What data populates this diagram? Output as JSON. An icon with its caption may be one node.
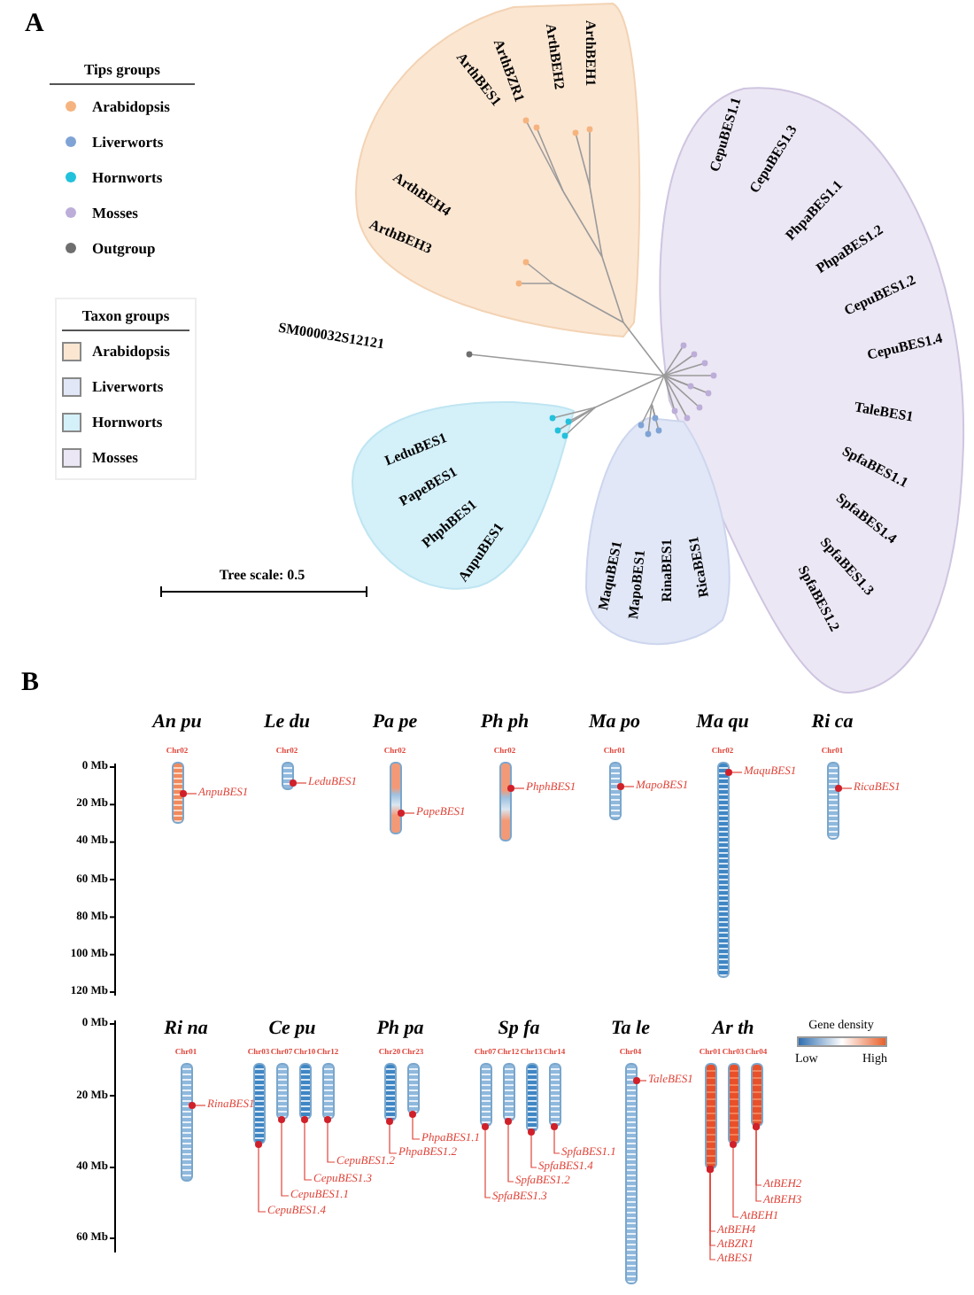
{
  "diagram": {
    "nodes": [
      {
        "text": [
          "ArthBES1",
          "ArthBZR1",
          "ArthBEH2",
          "ArthBEH1",
          "ArthBEH4",
          "ArthBEH3"
        ]
      },
      {
        "text": [
          "CepuBES1.1",
          "CepuBES1.3",
          "PhpaBES1.1",
          "PhpaBES1.2",
          "CepuBES1.2",
          "CepuBES1.4",
          "TaleBES1",
          "SpfaBES1.1",
          "SpfaBES1.4",
          "SpfaBES1.3",
          "SpfaBES1.2"
        ]
      },
      {
        "text": [
          "LeduBES1",
          "PapeBES1",
          "PhphBES1",
          "AnpuBES1"
        ]
      },
      {
        "text": [
          "MaquBES1",
          "MapoBES1",
          "RinaBES1",
          "RicaBES1"
        ]
      },
      {
        "text": [],
        "shape": "bar",
        "beside": [
          "Chr02"
        ]
      },
      {
        "text": [
          "AnpuBES1"
        ]
      },
      {
        "text": [],
        "shape": "bar",
        "beside": [
          "Chr02"
        ]
      },
      {
        "text": [
          "LeduBES1"
        ]
      },
      {
        "text": [],
        "shape": "bar",
        "beside": [
          "Chr02"
        ]
      },
      {
        "text": [
          "PapeBES1"
        ]
      },
      {
        "text": [],
        "shape": "bar",
        "beside": [
          "Chr02"
        ]
      },
      {
        "text": [
          "PhphBES1"
        ]
      },
      {
        "text": [],
        "shape": "bar",
        "beside": [
          "Chr01"
        ]
      },
      {
        "text": [
          "MapoBES1"
        ]
      },
      {
        "text": [],
        "shape": "bar",
        "beside": [
          "Chr02"
        ]
      },
      {
        "text": [
          "MaquBES1"
        ]
      },
      {
        "text": [],
        "shape": "bar",
        "beside": [
          "Chr01"
        ]
      },
      {
        "text": [
          "RicaBES1"
        ]
      },
      {
        "text": [],
        "shape": "bar",
        "beside": [
          "Chr01"
        ]
      },
      {
        "text": [
          "RinaBES1"
        ]
      },
      {
        "text": [],
        "shape": "bar",
        "beside": [
          "Chr03"
        ]
      },
      {
        "text": [],
        "shape": "bar",
        "beside": [
          "Chr07"
        ]
      },
      {
        "text": [],
        "shape": "bar",
        "beside": [
          "Chr10"
        ]
      },
      {
        "text": [],
        "shape": "bar",
        "beside": [
          "Chr12"
        ]
      },
      {
        "text": [
          "CepuBES1.2"
        ]
      },
      {
        "text": [
          "CepuBES1.3"
        ]
      },
      {
        "text": [
          "CepuBES1.1"
        ]
      },
      {
        "text": [
          "CepuBES1.4"
        ]
      },
      {
        "text": [],
        "shape": "bar",
        "beside": [
          "Chr20"
        ]
      },
      {
        "text": [],
        "shape": "bar",
        "beside": [
          "Chr23"
        ]
      },
      {
        "text": [
          "PhpaBES1.1"
        ]
      },
      {
        "text": [
          "PhpaBES1.2"
        ]
      },
      {
        "text": [],
        "shape": "bar",
        "beside": [
          "Chr07"
        ]
      },
      {
        "text": [],
        "shape": "bar",
        "beside": [
          "Chr12"
        ]
      },
      {
        "text": [],
        "shape": "bar",
        "beside": [
          "Chr13"
        ]
      },
      {
        "text": [],
        "shape": "bar",
        "beside": [
          "Chr14"
        ]
      },
      {
        "text": [
          "SpfaBES1.1"
        ]
      },
      {
        "text": [
          "SpfaBES1.4"
        ]
      },
      {
        "text": [
          "SpfaBES1.2"
        ]
      },
      {
        "text": [
          "SpfaBES1.3"
        ]
      },
      {
        "text": [],
        "shape": "bar",
        "beside": [
          "Chr04"
        ]
      },
      {
        "text": [
          "TaleBES1"
        ]
      },
      {
        "text": [],
        "shape": "bar",
        "beside": [
          "Chr01"
        ]
      },
      {
        "text": [],
        "shape": "bar",
        "beside": [
          "Chr03"
        ]
      },
      {
        "text": [],
        "shape": "bar",
        "beside": [
          "Chr04"
        ]
      },
      {
        "text": [
          "AtBEH2"
        ]
      },
      {
        "text": [
          "AtBEH3"
        ]
      },
      {
        "text": [
          "AtBEH1"
        ]
      },
      {
        "text": [
          "AtBEH4"
        ]
      },
      {
        "text": [
          "AtBZR1"
        ]
      },
      {
        "text": [
          "AtBES1"
        ]
      }
    ],
    "edges": [
      {
        "from": 5,
        "to": 4,
        "arrow": "other"
      },
      {
        "from": 7,
        "to": 6,
        "arrow": "other"
      },
      {
        "from": 9,
        "to": 8,
        "arrow": "other"
      },
      {
        "from": 11,
        "to": 10,
        "arrow": "other"
      },
      {
        "from": 13,
        "to": 12,
        "arrow": "other"
      },
      {
        "from": 15,
        "to": 14,
        "arrow": "other"
      },
      {
        "from": 17,
        "to": 16,
        "arrow": "other"
      },
      {
        "from": 19,
        "to": 18,
        "arrow": "other"
      },
      {
        "from": 24,
        "to": 23,
        "arrow": "other"
      },
      {
        "from": 25,
        "to": 22,
        "arrow": "other"
      },
      {
        "from": 26,
        "to": 21,
        "arrow": "other"
      },
      {
        "from": 27,
        "to": 20,
        "arrow": "other"
      },
      {
        "from": 30,
        "to": 29,
        "arrow": "other"
      },
      {
        "from": 31,
        "to": 28,
        "arrow": "other"
      },
      {
        "from": 36,
        "to": 35,
        "arrow": "other"
      },
      {
        "from": 37,
        "to": 34,
        "arrow": "other"
      },
      {
        "from": 38,
        "to": 33,
        "arrow": "other"
      },
      {
        "from": 39,
        "to": 32,
        "arrow": "other"
      },
      {
        "from": 41,
        "to": 40,
        "arrow": "other"
      },
      {
        "from": 45,
        "to": 44,
        "arrow": "other"
      },
      {
        "from": 46,
        "to": 44,
        "arrow": "other"
      },
      {
        "from": 47,
        "to": 43,
        "arrow": "other"
      },
      {
        "from": 48,
        "to": 42,
        "arrow": "other"
      },
      {
        "from": 49,
        "to": 42,
        "arrow": "other"
      },
      {
        "from": 50,
        "to": 42,
        "arrow": "other"
      }
    ],
    "labels": [
      "A",
      "Tips groups",
      "Taxon groups",
      "SM000032S12121",
      "Tree scale: 0.5",
      "B",
      "An pu",
      "Le du",
      "Pa pe",
      "Ph ph",
      "Ma po",
      "Ma qu",
      "Ri ca",
      "0 Mb",
      "20 Mb",
      "40 Mb",
      "60 Mb",
      "80 Mb",
      "100 Mb",
      "120 Mb",
      "0 Mb",
      "20 Mb",
      "40 Mb",
      "60 Mb",
      "Ri na",
      "Ce pu",
      "Ph pa",
      "Sp fa",
      "Ta le",
      "Ar th",
      "Gene density",
      "Low",
      "High"
    ],
    "legend": [
      {
        "text": "Arabidopsis",
        "color": "#f5b47f"
      },
      {
        "text": "Liverworts",
        "color": "#7fa3d4"
      },
      {
        "text": "Hornworts",
        "color": "#22c1dc"
      },
      {
        "text": "Mosses",
        "color": "#bcaed8"
      },
      {
        "text": "Outgroup",
        "color": "#6e6e6e"
      },
      {
        "text": "Arabidopsis",
        "color": "#fbe6d2"
      },
      {
        "text": "Liverworts",
        "color": "#e1e7f6"
      },
      {
        "text": "Hornworts",
        "color": "#d4f0f9"
      },
      {
        "text": "Mosses",
        "color": "#ece7f4"
      }
    ]
  }
}
